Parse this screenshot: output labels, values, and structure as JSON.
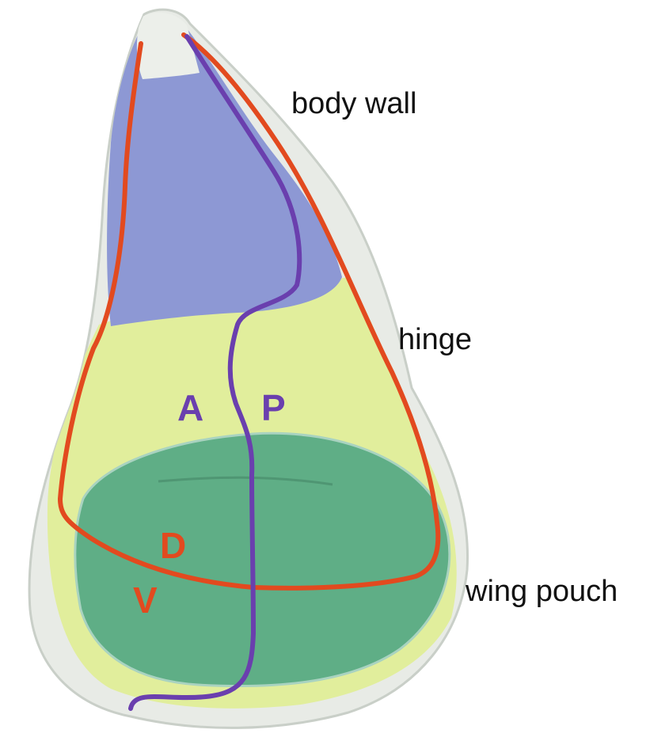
{
  "labels": {
    "body_wall": "body wall",
    "hinge": "hinge",
    "wing_pouch": "wing pouch"
  },
  "compartments": {
    "anterior": "A",
    "posterior": "P",
    "dorsal": "D",
    "ventral": "V"
  },
  "colors": {
    "background": "#ffffff",
    "tissue_outline": "#e8ebe6",
    "body_wall_fill": "#8d98d4",
    "hinge_fill": "#e1ee9c",
    "wing_pouch_fill": "#5fae86",
    "ap_boundary": "#6a3fae",
    "dv_boundary": "#e24a1f",
    "text": "#111111"
  }
}
